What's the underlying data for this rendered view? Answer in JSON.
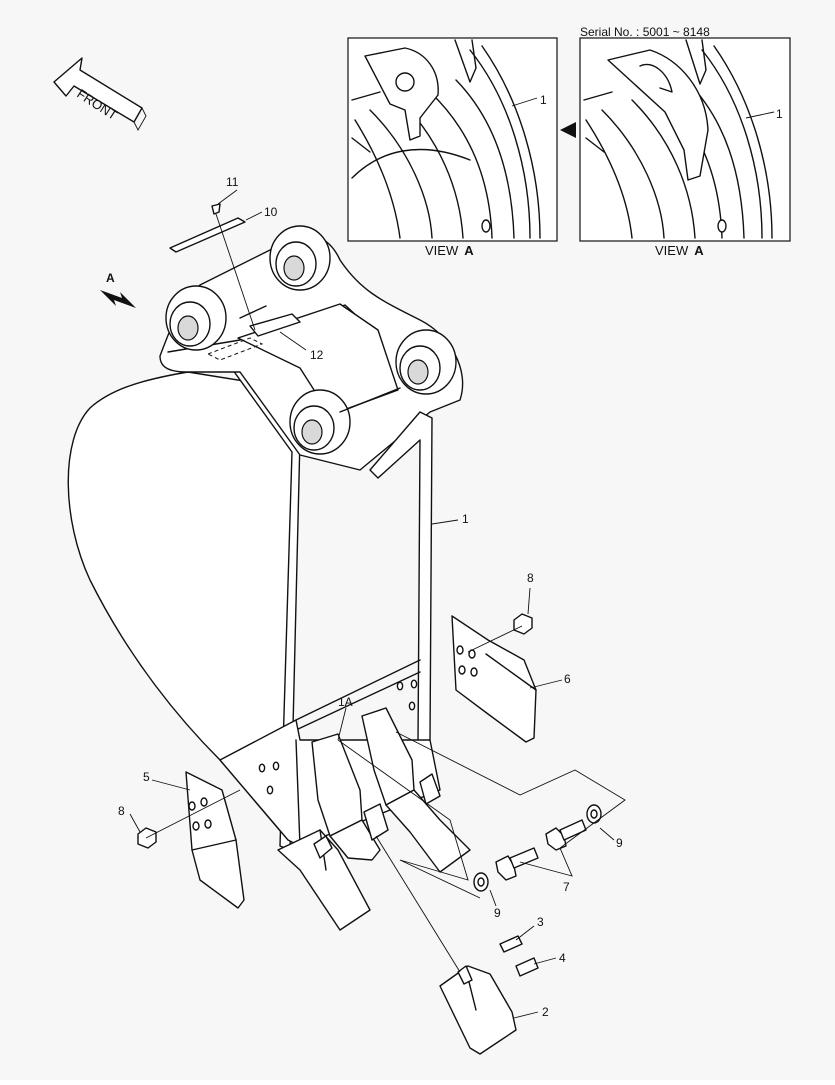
{
  "header": {
    "serial": "Serial No. : 5001 ~ 8148"
  },
  "front_arrow": {
    "label": "FRONT"
  },
  "view_arrow": {
    "label": "A"
  },
  "views": [
    {
      "caption_prefix": "VIEW",
      "caption_letter": "A",
      "callout": "1"
    },
    {
      "caption_prefix": "VIEW",
      "caption_letter": "A",
      "callout": "1"
    }
  ],
  "callouts": {
    "c1": "1",
    "c1A": "1A",
    "c2": "2",
    "c3": "3",
    "c4": "4",
    "c5": "5",
    "c6": "6",
    "c7": "7",
    "c8_left": "8",
    "c8_right": "8",
    "c9_left": "9",
    "c9_right": "9",
    "c10": "10",
    "c11": "11",
    "c12": "12"
  },
  "colors": {
    "line": "#111111",
    "background": "#f7f7f7",
    "shade": "#d9d9d9"
  }
}
